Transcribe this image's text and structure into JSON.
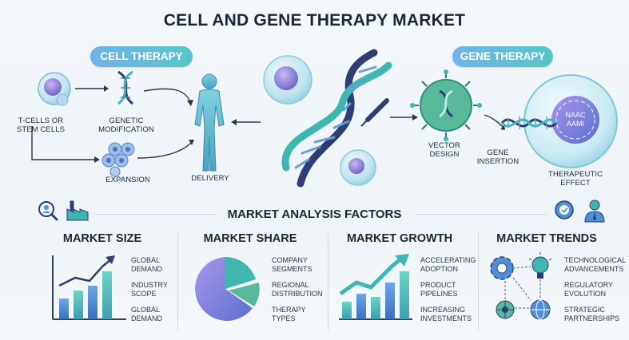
{
  "title": "CELL AND GENE THERAPY MARKET",
  "cell_therapy": {
    "pill": "CELL THERAPY",
    "steps": {
      "cells": "T-CELLS OR STEM CELLS",
      "modification": "GENETIC MODIFICATION",
      "expansion": "EXPANSION",
      "delivery": "DELIVERY"
    }
  },
  "gene_therapy": {
    "pill": "GENE THERAPY",
    "steps": {
      "vector": "VECTOR DESIGN",
      "insertion": "GENE INSERTION",
      "effect": "THERAPEUTIC EFFECT",
      "nucleus_text_1": "NAAC",
      "nucleus_text_2": "AAMI"
    }
  },
  "factors": {
    "title": "MARKET ANALYSIS FACTORS",
    "sections": [
      {
        "title": "MARKET SIZE",
        "items": [
          "GLOBAL DEMAND",
          "INDUSTRY SCOPE",
          "GLOBAL DEMAND"
        ]
      },
      {
        "title": "MARKET SHARE",
        "items": [
          "COMPANY SEGMENTS",
          "REGIONAL DISTRIBUTION",
          "THERAPY TYPES"
        ]
      },
      {
        "title": "MARKET GROWTH",
        "items": [
          "ACCELERATING ADOPTION",
          "PRODUCT PIPELINES",
          "INCREASING INVESTMENTS"
        ]
      },
      {
        "title": "MARKET TRENDS",
        "items": [
          "TECHNOLOGICAL ADVANCEMENTS",
          "REGULATORY EVOLUTION",
          "STRATEGIC PARTNERSHIPS"
        ]
      }
    ]
  },
  "colors": {
    "navy": "#2c3e73",
    "teal": "#3fb6b0",
    "blue": "#4f8fd8",
    "purple": "#7d6fd6",
    "green": "#58b99a"
  },
  "icons": [
    "cell-icon",
    "dna-icon",
    "cell-cluster-icon",
    "human-body-icon",
    "virus-vector-icon",
    "dna-helix-icon",
    "nucleus-icon",
    "search-person-icon",
    "factory-icon",
    "gear-check-icon",
    "businessperson-icon",
    "bar-chart-icon",
    "pie-chart-icon",
    "growth-chart-icon",
    "gear-icon",
    "lightbulb-icon",
    "globe-icon"
  ]
}
